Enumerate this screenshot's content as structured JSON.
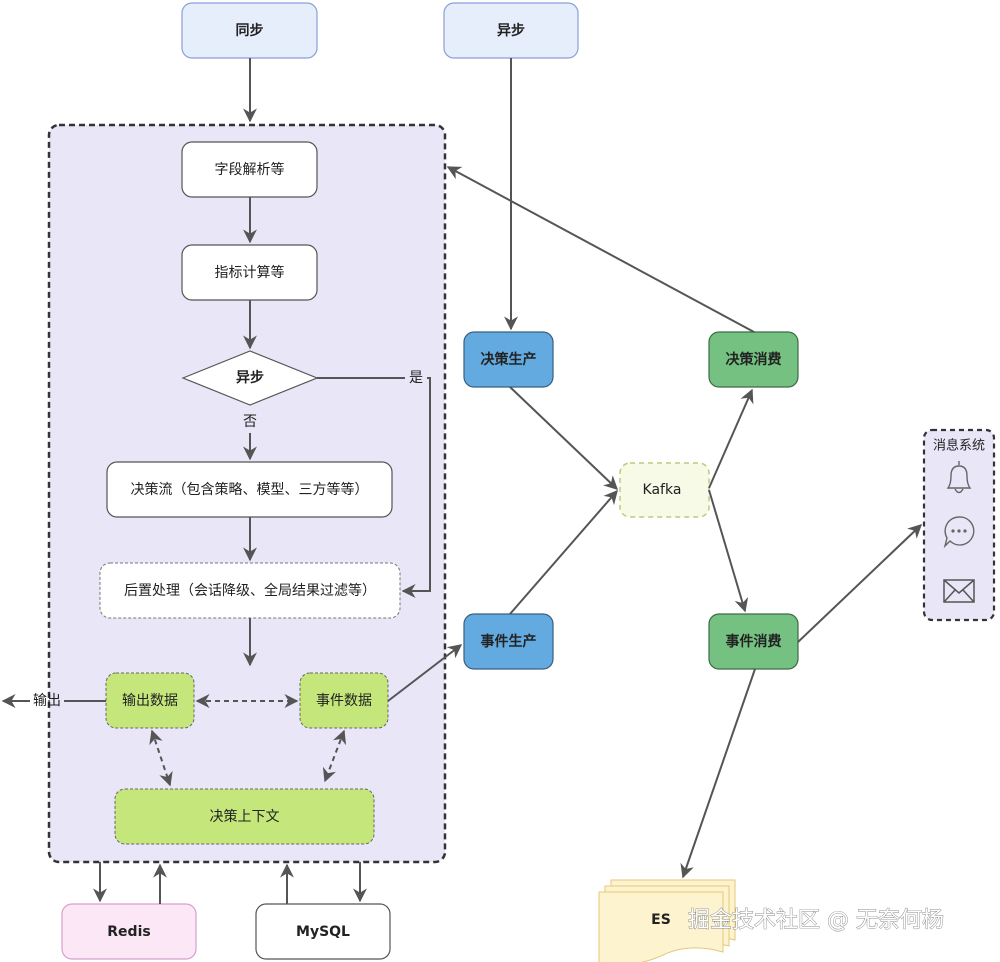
{
  "title": "决策引擎同步/异步流程架构图",
  "entry": {
    "sync": "同步",
    "async": "异步"
  },
  "engine": {
    "field_parse": "字段解析等",
    "metric_calc": "指标计算等",
    "async_decision": "异步",
    "yes_label": "是",
    "no_label": "否",
    "decision_flow": "决策流（包含策略、模型、三方等等）",
    "post_process": "后置处理（会话降级、全局结果过滤等）",
    "output_data": "输出数据",
    "event_data": "事件数据",
    "decision_context": "决策上下文",
    "output_label": "输出"
  },
  "storage": {
    "redis": "Redis",
    "mysql": "MySQL",
    "es": "ES"
  },
  "messaging": {
    "decision_produce": "决策生产",
    "decision_consume": "决策消费",
    "event_produce": "事件生产",
    "event_consume": "事件消费",
    "kafka": "Kafka",
    "message_system": "消息系统",
    "message_icons": [
      "bell-icon",
      "chat-bubble-icon",
      "mail-icon"
    ]
  },
  "watermark": "掘金技术社区 @ 无奈何杨",
  "colors": {
    "entry_fill": "#e6edfb",
    "entry_stroke": "#8b9fd6",
    "engine_fill": "#e9e6f8",
    "producer_fill": "#62aae0",
    "consumer_fill": "#74c182",
    "data_fill": "#c5e67a",
    "kafka_fill": "#f6fae6",
    "redis_fill": "#fbe7f5",
    "es_fill": "#fdf3cf"
  }
}
